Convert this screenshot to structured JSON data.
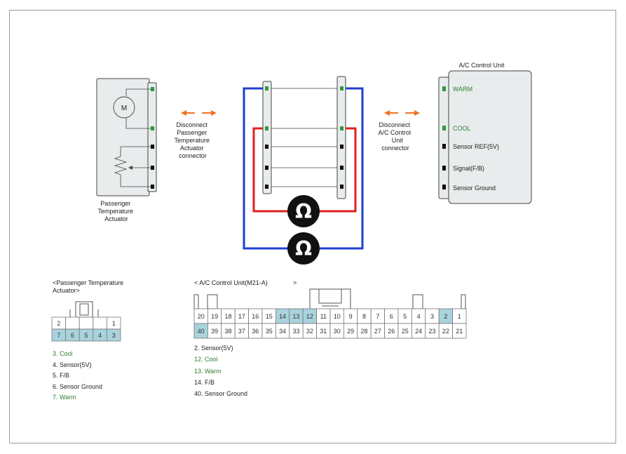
{
  "labels": {
    "actuator_name": [
      "Passenger",
      "Temperature",
      "Actuator"
    ],
    "motor": "M",
    "disconnect_left": [
      "Disconnect",
      "Passenger",
      "Temperature",
      "Actuator",
      "connector"
    ],
    "disconnect_right": [
      "Disconnect",
      "A/C Control",
      "Unit",
      "connector"
    ],
    "acu_title": "A/C Control Unit",
    "acu_pins": [
      "WARM",
      "COOL",
      "Sensor REF(5V)",
      "Signal(F/B)",
      "Sensor Ground"
    ],
    "ohm": "Ω"
  },
  "actuator_connector": {
    "title": [
      "<Passenger Temperature",
      "Actuator>"
    ],
    "top_row": [
      "2",
      "",
      "",
      "",
      "1"
    ],
    "bottom_row": [
      "7",
      "6",
      "5",
      "4",
      "3"
    ],
    "highlighted": [
      "7",
      "6",
      "5",
      "4",
      "3"
    ],
    "legend": [
      {
        "text": "3. Cool",
        "color": "green"
      },
      {
        "text": "4. Sensor(5V)",
        "color": "black"
      },
      {
        "text": "5. F/B",
        "color": "black"
      },
      {
        "text": "6. Sensor Ground",
        "color": "black"
      },
      {
        "text": "7. Warm",
        "color": "green"
      }
    ]
  },
  "acu_connector": {
    "title": "< A/C Control Unit(M21-A)",
    "title_end": ">",
    "top_row": [
      "20",
      "19",
      "18",
      "17",
      "16",
      "15",
      "14",
      "13",
      "12",
      "11",
      "10",
      "9",
      "8",
      "7",
      "6",
      "5",
      "4",
      "3",
      "2",
      "1"
    ],
    "bottom_row": [
      "40",
      "39",
      "38",
      "37",
      "36",
      "35",
      "34",
      "33",
      "32",
      "31",
      "30",
      "29",
      "28",
      "27",
      "26",
      "25",
      "24",
      "23",
      "22",
      "21"
    ],
    "highlighted": [
      "14",
      "13",
      "12",
      "2",
      "40"
    ],
    "legend": [
      {
        "text": "2. Sensor(5V)",
        "color": "black"
      },
      {
        "text": "12. Cool",
        "color": "green"
      },
      {
        "text": "13. Warm",
        "color": "green"
      },
      {
        "text": "14. F/B",
        "color": "black"
      },
      {
        "text": "40. Sensor Ground",
        "color": "black"
      }
    ]
  },
  "colors": {
    "blue_wire": "#1f3fd1",
    "red_wire": "#e02020",
    "orange_arrow": "#f07020",
    "green_pin": "#2e9a3a",
    "pin_highlight": "#a9d3dc",
    "body_fill": "#e8ecec"
  }
}
